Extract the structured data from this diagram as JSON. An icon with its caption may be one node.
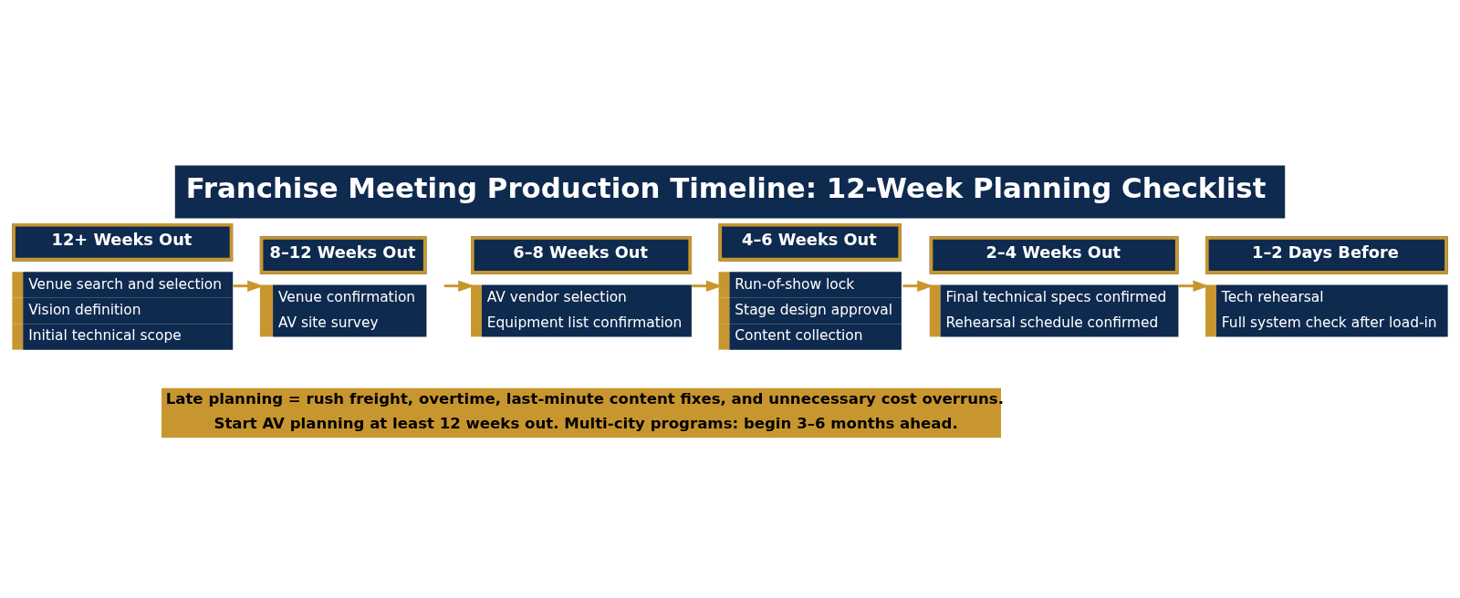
{
  "diagram": {
    "title": "Franchise Meeting Production Timeline: 12-Week Planning Checklist",
    "nodes": [
      {
        "text": [
          "12+ Weeks Out",
          "Venue search and selection",
          "Vision definition",
          "Initial technical scope"
        ]
      },
      {
        "text": [
          "8–12 Weeks Out",
          "Venue confirmation",
          "AV site survey"
        ]
      },
      {
        "text": [
          "6–8 Weeks Out",
          "AV vendor selection",
          "Equipment list confirmation"
        ]
      },
      {
        "text": [
          "4–6 Weeks Out",
          "Run-of-show lock",
          "Stage design approval",
          "Content collection"
        ]
      },
      {
        "text": [
          "2–4 Weeks Out",
          "Final technical specs confirmed",
          "Rehearsal schedule confirmed"
        ]
      },
      {
        "text": [
          "1–2 Days Before",
          "Tech rehearsal",
          "Full system check after load-in"
        ]
      },
      {
        "text": [
          "Late planning = rush freight, overtime, last-minute content fixes, and unnecessary cost overruns.",
          "Start AV planning at least 12 weeks out. Multi-city programs: begin 3–6 months ahead."
        ]
      }
    ],
    "edges": [
      {
        "from": 0,
        "to": 1,
        "arrow": "to"
      },
      {
        "from": 1,
        "to": 2,
        "arrow": "to"
      },
      {
        "from": 2,
        "to": 3,
        "arrow": "to"
      },
      {
        "from": 3,
        "to": 4,
        "arrow": "to"
      },
      {
        "from": 4,
        "to": 5,
        "arrow": "to"
      }
    ]
  }
}
